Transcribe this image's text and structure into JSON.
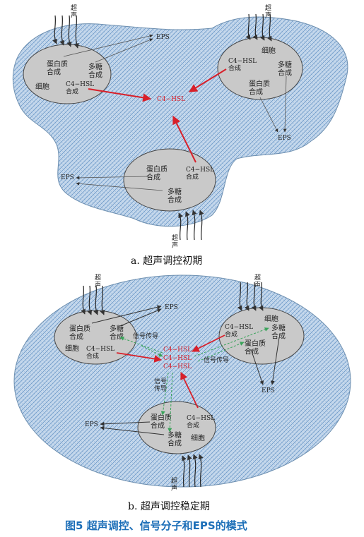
{
  "figure_title": "图5   超声调控、信号分子和EPS的模式",
  "panel_a": {
    "caption": "a. 超声调控初期",
    "ultrasound_label": "超\n声",
    "cell_left": {
      "protein": "蛋白质\n合成",
      "polysaccharide": "多糖\n合成",
      "cell": "细胞",
      "c4hsl": "C4−HSL\n合成"
    },
    "cell_right": {
      "cell": "细胞",
      "c4hsl": "C4−HSL\n合成",
      "polysaccharide": "多糖\n合成",
      "protein": "蛋白质\n合成"
    },
    "cell_bottom": {
      "protein": "蛋白质\n合成",
      "c4hsl": "C4−HSL\n合成",
      "polysaccharide": "多糖\n合成"
    },
    "center_signal": "C4−HSL",
    "eps_labels": [
      "EPS",
      "EPS",
      "EPS"
    ]
  },
  "panel_b": {
    "caption": "b. 超声调控稳定期",
    "ultrasound_label": "超\n声",
    "cell_left": {
      "protein": "蛋白质\n合成",
      "polysaccharide": "多糖\n合成",
      "cell": "细胞",
      "c4hsl": "C4−HSL\n合成"
    },
    "cell_right": {
      "cell": "细胞",
      "c4hsl": "C4−HSL\n合成",
      "polysaccharide": "多糖\n合成",
      "protein": "蛋白质\n合成"
    },
    "cell_bottom": {
      "protein": "蛋白质\n合成",
      "c4hsl": "C4−HSL\n合成",
      "polysaccharide": "多糖\n合成",
      "cell": "细胞"
    },
    "center_signals": [
      "C4−HSL",
      "C4−HSL",
      "C4−HSL"
    ],
    "signal_transduction": [
      "信号传导",
      "信号传导",
      "信号\n传导"
    ],
    "eps_labels": [
      "EPS",
      "EPS",
      "EPS"
    ]
  },
  "colors": {
    "biofilm": "#b9cfe6",
    "cell": "#c9c9c9",
    "signal": "#d8202a",
    "transduction": "#3aa35a",
    "title": "#1d6fb8"
  }
}
